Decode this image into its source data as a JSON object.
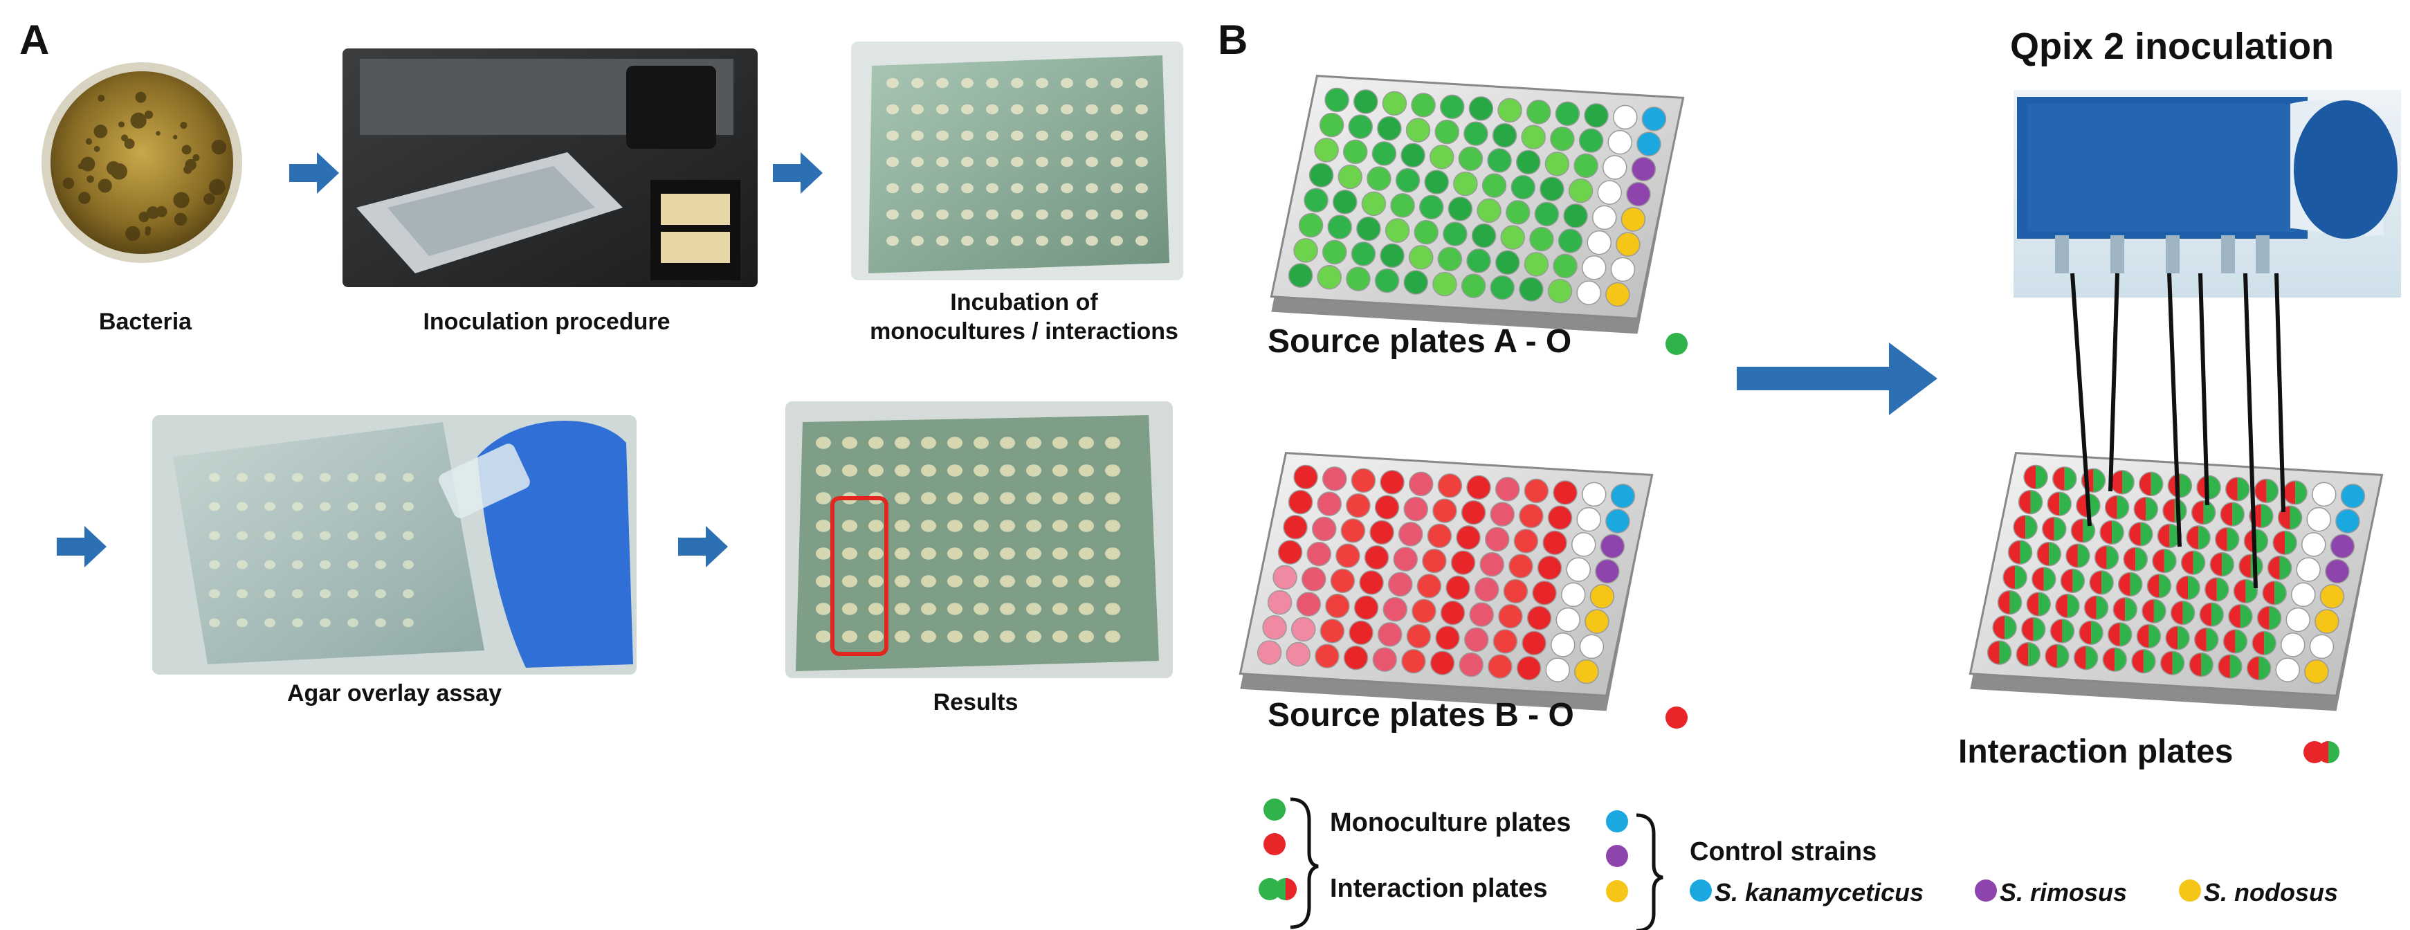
{
  "panel_a": {
    "letter": "A",
    "captions": {
      "bacteria": "Bacteria",
      "inoculation": "Inoculation procedure",
      "incubation_line1": "Incubation of",
      "incubation_line2": "monocultures / interactions",
      "agar": "Agar overlay assay",
      "results": "Results"
    }
  },
  "panel_b": {
    "letter": "B",
    "title": "Qpix 2 inoculation",
    "source_a": "Source plates  A - O",
    "source_b": "Source plates  B - O",
    "interaction": "Interaction plates",
    "legend": {
      "monoculture": "Monoculture plates",
      "interaction": "Interaction plates",
      "control": "Control strains",
      "strain1": "S. kanamyceticus",
      "strain2": "S. rimosus",
      "strain3": "S. nodosus"
    }
  },
  "colors": {
    "green": "#2fb34a",
    "red": "#e8262a",
    "cyan": "#1ba8e0",
    "purple": "#8e44ad",
    "yellow": "#f5c518",
    "arrow_blue": "#2c6fb3"
  }
}
